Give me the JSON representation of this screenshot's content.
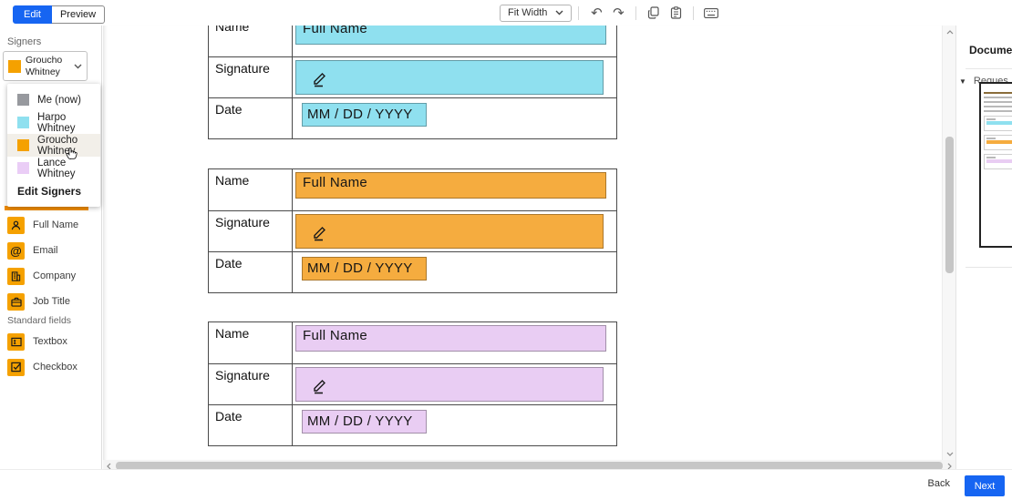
{
  "app": {
    "accent_color": "#1665F2"
  },
  "topbar": {
    "edit_label": "Edit",
    "preview_label": "Preview",
    "zoom_value": "Fit Width"
  },
  "sidebar": {
    "signers_label": "Signers",
    "selected_signer": {
      "name": "Groucho Whitney",
      "color": "#F5A100"
    },
    "dropdown": {
      "items": [
        {
          "label": "Me (now)",
          "color": "#97999E"
        },
        {
          "label": "Harpo Whitney",
          "color": "#8FE0EF"
        },
        {
          "label": "Groucho Whitney",
          "color": "#F5A100"
        },
        {
          "label": "Lance Whitney",
          "color": "#EACDF6"
        }
      ],
      "edit_signers_label": "Edit Signers"
    },
    "divider_color": "#F08C00",
    "field_icon_color": "#F5A100",
    "signer_fields": [
      {
        "label": "Full Name",
        "icon": "person-icon"
      },
      {
        "label": "Email",
        "icon": "at-icon"
      },
      {
        "label": "Company",
        "icon": "building-icon"
      },
      {
        "label": "Job Title",
        "icon": "briefcase-icon"
      }
    ],
    "standard_fields_label": "Standard fields",
    "standard_fields": [
      {
        "label": "Textbox",
        "icon": "textbox-icon"
      },
      {
        "label": "Checkbox",
        "icon": "checkbox-icon"
      }
    ]
  },
  "doc": {
    "row_labels": {
      "name": "Name",
      "signature": "Signature",
      "date": "Date"
    },
    "tables": [
      {
        "signer": "Harpo Whitney",
        "color": "#8FE0EF",
        "name_value": "Full Name",
        "date_value": "MM / DD / YYYY"
      },
      {
        "signer": "Groucho Whitney",
        "color": "#F5AC3F",
        "name_value": "Full Name",
        "date_value": "MM / DD / YYYY"
      },
      {
        "signer": "Lance Whitney",
        "color": "#E9CDF3",
        "name_value": "Full Name",
        "date_value": "MM / DD / YYYY"
      }
    ]
  },
  "right_panel": {
    "title": "Docume",
    "section_label": "Reques"
  },
  "footer": {
    "back_label": "Back",
    "next_label": "Next"
  }
}
